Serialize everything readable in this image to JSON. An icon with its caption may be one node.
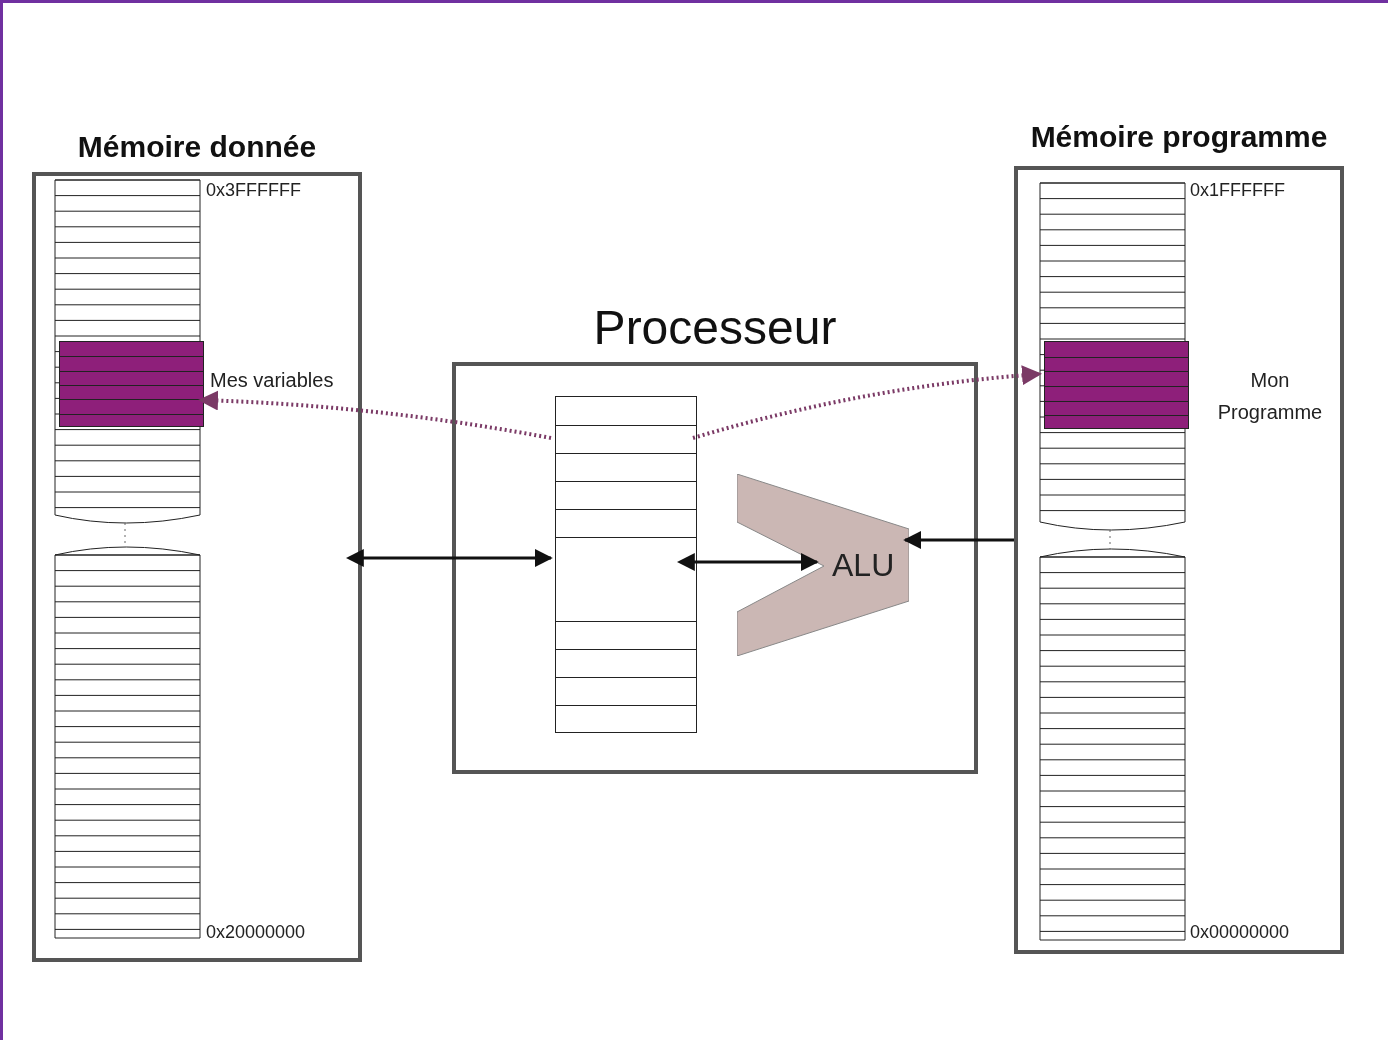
{
  "diagram": {
    "nodes": [
      {
        "text": [
          "Mémoire donnée"
        ]
      },
      {
        "text": [],
        "shape": "bar",
        "in": 0,
        "beside": [
          "Mes variables"
        ]
      },
      {
        "text": [
          "Processeur"
        ]
      },
      {
        "text": [],
        "shape": "box",
        "in": 2
      },
      {
        "text": [
          "ALU"
        ],
        "in": 2
      },
      {
        "text": [
          "Mémoire programme"
        ]
      },
      {
        "text": [],
        "shape": "bar",
        "in": 5,
        "beside": [
          "Mon Programme"
        ]
      }
    ],
    "edges": [
      {
        "from": 3,
        "to": 1,
        "arrow": "to",
        "style": "dashed",
        "color": "#7b3a66"
      },
      {
        "from": 3,
        "to": 6,
        "arrow": "to",
        "style": "dashed",
        "color": "#7b3a66"
      },
      {
        "from": 0,
        "to": 3,
        "arrow": "both"
      },
      {
        "from": 3,
        "to": 4,
        "arrow": "both"
      },
      {
        "from": 5,
        "to": 4,
        "arrow": "to"
      }
    ],
    "labels": [
      "0x3FFFFFF",
      "0x20000000",
      "0x1FFFFFF",
      "0x00000000"
    ]
  }
}
